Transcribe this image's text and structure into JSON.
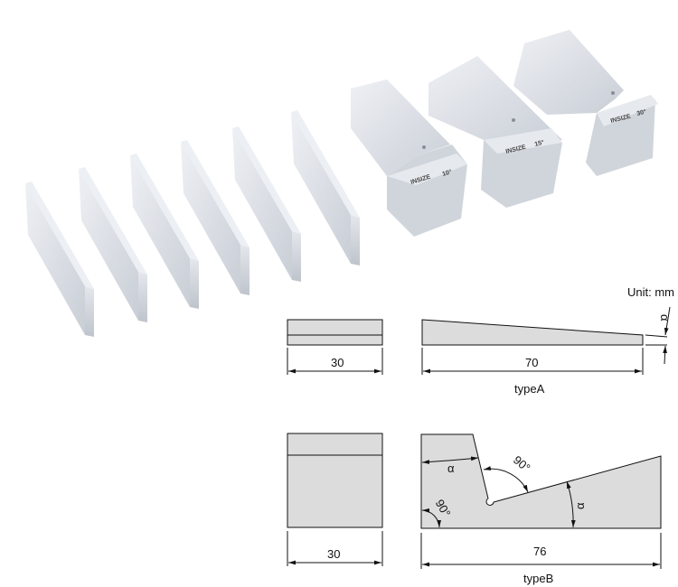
{
  "photo": {
    "plates_count": 6,
    "blocks": [
      {
        "brand": "INSIZE",
        "angle": "10°"
      },
      {
        "brand": "INSIZE",
        "angle": "15°"
      },
      {
        "brand": "INSIZE",
        "angle": "30°"
      }
    ]
  },
  "drawing": {
    "unit": "Unit: mm",
    "type_a": {
      "label": "typeA",
      "width": "30",
      "length": "70",
      "angle": "α"
    },
    "type_b": {
      "label": "typeB",
      "width": "30",
      "length": "76",
      "angle_top": "α",
      "angle_slope": "α",
      "right_angle_notch": "90°",
      "right_angle_corner": "90°"
    }
  },
  "colors": {
    "fill": "#dcdcdc",
    "line": "#111111",
    "metal": "#d6dae0"
  }
}
